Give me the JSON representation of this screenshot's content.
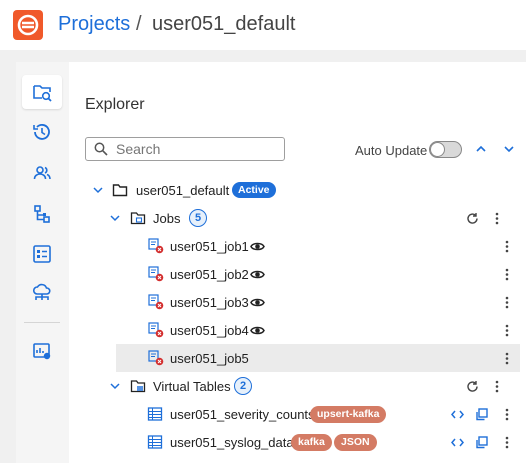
{
  "header": {
    "projects_link": "Projects",
    "separator": "/",
    "current_project": "user051_default"
  },
  "explorer": {
    "title": "Explorer",
    "search_placeholder": "Search",
    "auto_update_label": "Auto Update",
    "auto_update_on": false
  },
  "tree": {
    "root": {
      "label": "user051_default",
      "badge": "Active"
    },
    "jobs": {
      "label": "Jobs",
      "count": "5",
      "items": [
        {
          "label": "user051_job1",
          "visible_icon": true
        },
        {
          "label": "user051_job2",
          "visible_icon": true
        },
        {
          "label": "user051_job3",
          "visible_icon": true
        },
        {
          "label": "user051_job4",
          "visible_icon": true
        },
        {
          "label": "user051_job5",
          "visible_icon": false,
          "selected": true
        }
      ]
    },
    "virtual_tables": {
      "label": "Virtual Tables",
      "count": "2",
      "items": [
        {
          "label": "user051_severity_counts",
          "tags": [
            "upsert-kafka"
          ]
        },
        {
          "label": "user051_syslog_data",
          "tags": [
            "kafka",
            "JSON"
          ]
        }
      ]
    }
  },
  "colors": {
    "accent": "#1e6fd9",
    "logo": "#f0592a",
    "tag": "#d47b64",
    "job_error": "#d32f2f"
  },
  "icons": {
    "rail": [
      "explorer-icon",
      "history-icon",
      "users-icon",
      "hierarchy-icon",
      "list-icon",
      "cloud-network-icon",
      "dashboard-icon"
    ]
  }
}
